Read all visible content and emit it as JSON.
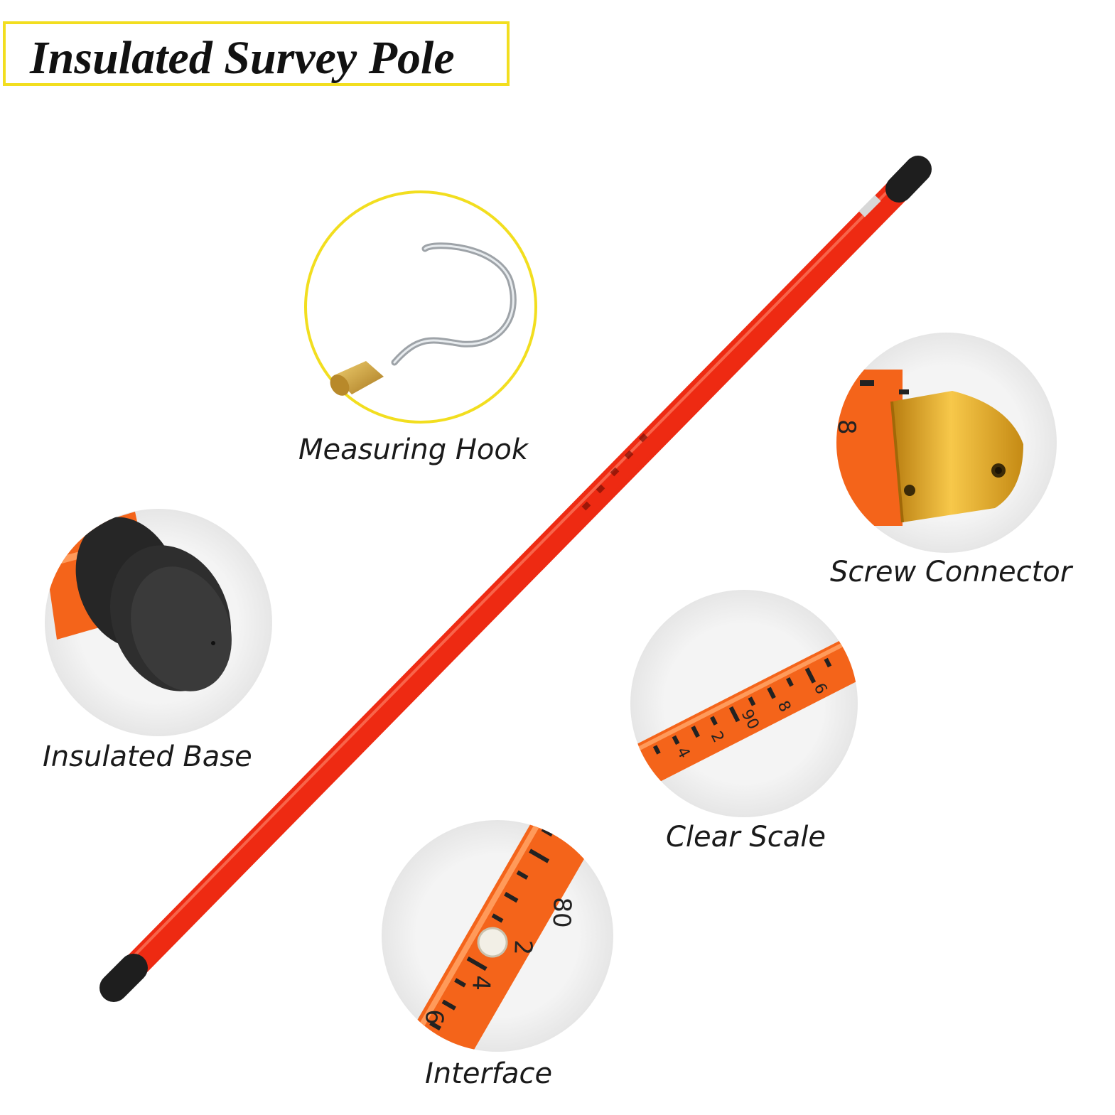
{
  "title": "Insulated Survey Pole",
  "features": {
    "hook": {
      "label": "Measuring Hook"
    },
    "base": {
      "label": "Insulated Base"
    },
    "connector": {
      "label": "Screw Connector"
    },
    "scale": {
      "label": "Clear Scale",
      "ticks": [
        "6",
        "8",
        "90",
        "2",
        "4"
      ]
    },
    "interface": {
      "label": "Interface",
      "ticks": [
        "80",
        "2",
        "4",
        "6"
      ]
    }
  },
  "colors": {
    "accent_border": "#f2de1f",
    "pole_red": "#ee2a12",
    "pole_orange": "#f4641a",
    "cap_black": "#1e1e1e",
    "connector_gold": "#e3a823"
  }
}
